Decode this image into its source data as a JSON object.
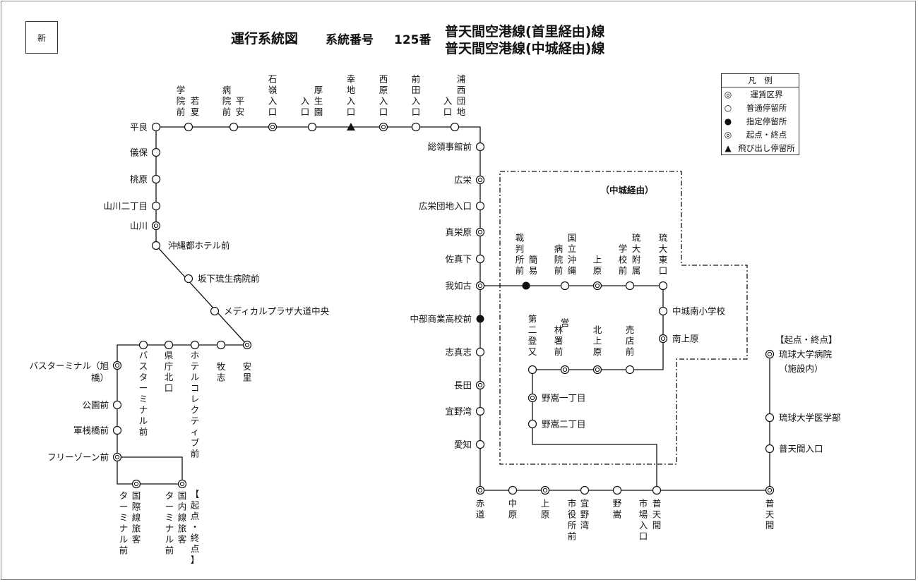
{
  "badge": "新",
  "header": {
    "title": "運行系統図",
    "number_label": "系統番号",
    "number": "125番",
    "route_a": "普天間空港線(首里経由)線",
    "route_b": "普天間空港線(中城経由)線"
  },
  "legend": {
    "title": "凡　例",
    "items": [
      {
        "symbol": "fare",
        "label": "運賃区界"
      },
      {
        "symbol": "normal",
        "label": "普通停留所"
      },
      {
        "symbol": "designated",
        "label": "指定停留所"
      },
      {
        "symbol": "terminal",
        "label": "起点・終点"
      },
      {
        "symbol": "jump",
        "label": "飛び出し停留所"
      }
    ]
  },
  "annotations": {
    "nakagusuku": "（中城経由）",
    "start_end_right": "【起点・終点】",
    "start_end_left": "【起点・終点】"
  },
  "stops": {
    "tairyo": {
      "label": "平良",
      "type": "normal"
    },
    "gakuinmae": {
      "label": "学院前",
      "type": "normal"
    },
    "wakanatsu": {
      "label": "若夏",
      "type": "normal"
    },
    "byoinmae": {
      "label": "病院前",
      "type": "normal"
    },
    "heian": {
      "label": "平安",
      "type": "normal"
    },
    "ishimine": {
      "label": "石嶺入口",
      "type": "fare"
    },
    "iriguchi_kosei": {
      "label": "入口",
      "type": "normal"
    },
    "koseien": {
      "label": "厚生園",
      "type": "normal"
    },
    "sachiji": {
      "label": "幸地入口",
      "type": "jump"
    },
    "nishibaru": {
      "label": "西原入口",
      "type": "fare"
    },
    "maeda": {
      "label": "前田入口",
      "type": "normal"
    },
    "iriguchi_urasoe": {
      "label": "入口",
      "type": "normal"
    },
    "urasoe_danchi": {
      "label": "浦西団地",
      "type": "normal"
    },
    "gibo": {
      "label": "儀保",
      "type": "normal"
    },
    "momohara": {
      "label": "桃原",
      "type": "normal"
    },
    "yamakawa2": {
      "label": "山川二丁目",
      "type": "normal"
    },
    "yamakawa": {
      "label": "山川",
      "type": "fare"
    },
    "okinawa_hotel": {
      "label": "沖縄都ホテル前",
      "type": "normal"
    },
    "sakashita": {
      "label": "坂下琉生病院前",
      "type": "normal"
    },
    "medical": {
      "label": "メディカルプラザ大道中央",
      "type": "normal"
    },
    "asato": {
      "label": "安里",
      "type": "fare"
    },
    "makishi": {
      "label": "牧志",
      "type": "normal"
    },
    "hotel_collective": {
      "label": "ホテルコレクティブ前",
      "type": "normal"
    },
    "kencho": {
      "label": "県庁北口",
      "type": "normal"
    },
    "bus_terminal_mae": {
      "label": "バスターミナル前",
      "type": "normal"
    },
    "bus_terminal": {
      "label": "バスターミナル（旭橋）",
      "type": "fare"
    },
    "koenmae": {
      "label": "公園前",
      "type": "normal"
    },
    "gunsanbashi": {
      "label": "軍桟橋前",
      "type": "normal"
    },
    "freezone": {
      "label": "フリーゾーン前",
      "type": "fare"
    },
    "intl_terminal": {
      "label": "国際線旅客ターミナル前",
      "type": "fare"
    },
    "dom_terminal": {
      "label": "国内線旅客ターミナル前",
      "type": "terminal"
    },
    "soryoji": {
      "label": "総領事館前",
      "type": "normal"
    },
    "koei": {
      "label": "広栄",
      "type": "fare"
    },
    "koei_danchi": {
      "label": "広栄団地入口",
      "type": "normal"
    },
    "masakabaru": {
      "label": "真栄原",
      "type": "fare"
    },
    "samashita": {
      "label": "佐真下",
      "type": "normal"
    },
    "ganeko": {
      "label": "我如古",
      "type": "fare"
    },
    "chubu_shogyo": {
      "label": "中部商業高校前",
      "type": "designated"
    },
    "shimashi": {
      "label": "志真志",
      "type": "normal"
    },
    "nagata": {
      "label": "長田",
      "type": "fare"
    },
    "ginowan_stop": {
      "label": "宜野湾",
      "type": "normal"
    },
    "aichi": {
      "label": "愛知",
      "type": "normal"
    },
    "saibansho": {
      "label": "裁判所前",
      "type": "designated"
    },
    "kan_i": {
      "label": "簡易",
      "type": "designated"
    },
    "kokuritsu": {
      "label": "病院前",
      "type": "normal"
    },
    "kokuritsu_okinawa": {
      "label": "国立沖縄",
      "type": "normal"
    },
    "uebaru": {
      "label": "上原",
      "type": "fare"
    },
    "ryudai_fuzoku": {
      "label": "琉大附属学校前",
      "type": "normal"
    },
    "ryudai_higashi": {
      "label": "琉大東口",
      "type": "normal"
    },
    "nakagusuku_south": {
      "label": "中城南小学校",
      "type": "normal"
    },
    "minami_uebaru": {
      "label": "南上原",
      "type": "fare"
    },
    "daini_nobumata": {
      "label": "第二登又",
      "type": "normal"
    },
    "eirinsho": {
      "label": "営林署前",
      "type": "fare"
    },
    "kita_uebaru": {
      "label": "北上原",
      "type": "fare"
    },
    "baitenmae": {
      "label": "売店前",
      "type": "normal"
    },
    "nodake1": {
      "label": "野嵩一丁目",
      "type": "fare"
    },
    "nodake2": {
      "label": "野嵩二丁目",
      "type": "normal"
    },
    "ryudai_hospital": {
      "label": "琉球大学病院",
      "type": "fare"
    },
    "shisetsunai": {
      "label": "（施設内）",
      "type": "text"
    },
    "ryudai_igakubu": {
      "label": "琉球大学医学部",
      "type": "normal"
    },
    "futenma_iriguchi": {
      "label": "普天間入口",
      "type": "normal"
    },
    "akamichi": {
      "label": "赤道",
      "type": "fare"
    },
    "nakahara": {
      "label": "中原",
      "type": "normal"
    },
    "uehara2": {
      "label": "上原",
      "type": "fare"
    },
    "ginowan_city": {
      "label": "宜野湾市役所前",
      "type": "normal"
    },
    "nodake": {
      "label": "野嵩",
      "type": "normal"
    },
    "futenma_market": {
      "label": "普天間市場入口",
      "type": "normal"
    },
    "futenma": {
      "label": "普天間",
      "type": "fare"
    }
  }
}
